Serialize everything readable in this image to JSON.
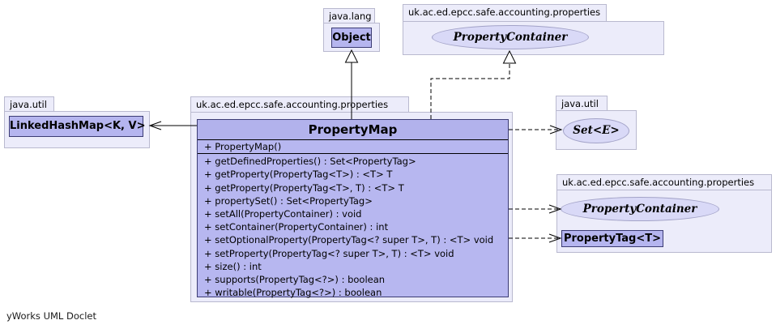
{
  "footer": "yWorks UML Doclet",
  "colors": {
    "package_fill": "#ececfa",
    "package_border": "#b9b9cf",
    "class_fill": "#b5b5ef",
    "class_border": "#3c3c74",
    "interface_fill": "#d9d9f7",
    "interface_border": "#a3a3c8",
    "edge_color": "#000000",
    "background": "#ffffff"
  },
  "packages": {
    "java_lang": {
      "label": "java.lang"
    },
    "props_top": {
      "label": "uk.ac.ed.epcc.safe.accounting.properties"
    },
    "java_util_left": {
      "label": "java.util"
    },
    "props_main": {
      "label": "uk.ac.ed.epcc.safe.accounting.properties"
    },
    "java_util_right": {
      "label": "java.util"
    },
    "props_right": {
      "label": "uk.ac.ed.epcc.safe.accounting.properties"
    }
  },
  "types": {
    "object": {
      "name": "Object",
      "kind": "class"
    },
    "property_container_top": {
      "name": "PropertyContainer",
      "kind": "interface"
    },
    "linked_hash_map": {
      "name": "LinkedHashMap<K, V>",
      "kind": "class"
    },
    "set_e": {
      "name": "Set<E>",
      "kind": "interface"
    },
    "property_container_right": {
      "name": "PropertyContainer",
      "kind": "interface"
    },
    "property_tag": {
      "name": "PropertyTag<T>",
      "kind": "class"
    },
    "property_map": {
      "name": "PropertyMap",
      "kind": "class",
      "constructors": [
        "+ PropertyMap()"
      ],
      "methods": [
        "+ getDefinedProperties() : Set<PropertyTag>",
        "+ getProperty(PropertyTag<T>) : <T> T",
        "+ getProperty(PropertyTag<T>, T) : <T> T",
        "+ propertySet() : Set<PropertyTag>",
        "+ setAll(PropertyContainer) : void",
        "+ setContainer(PropertyContainer) : int",
        "+ setOptionalProperty(PropertyTag<? super T>, T) : <T> void",
        "+ setProperty(PropertyTag<? super T>, T) : <T> void",
        "+ size() : int",
        "+ supports(PropertyTag<?>) : boolean",
        "+ writable(PropertyTag<?>) : boolean"
      ]
    }
  },
  "relationships": [
    {
      "from": "PropertyMap",
      "to": "Object",
      "type": "generalization",
      "line": "solid",
      "head": "hollow-triangle"
    },
    {
      "from": "PropertyMap",
      "to": "PropertyContainer",
      "type": "realization",
      "line": "dashed",
      "head": "hollow-triangle"
    },
    {
      "from": "PropertyMap",
      "to": "LinkedHashMap<K, V>",
      "type": "generalization",
      "line": "solid",
      "head": "open"
    },
    {
      "from": "PropertyMap",
      "to": "Set<E>",
      "type": "dependency",
      "line": "dashed",
      "head": "open"
    },
    {
      "from": "PropertyMap",
      "to": "PropertyContainer",
      "type": "dependency",
      "line": "dashed",
      "head": "open"
    },
    {
      "from": "PropertyMap",
      "to": "PropertyTag<T>",
      "type": "dependency",
      "line": "dashed",
      "head": "open"
    }
  ]
}
